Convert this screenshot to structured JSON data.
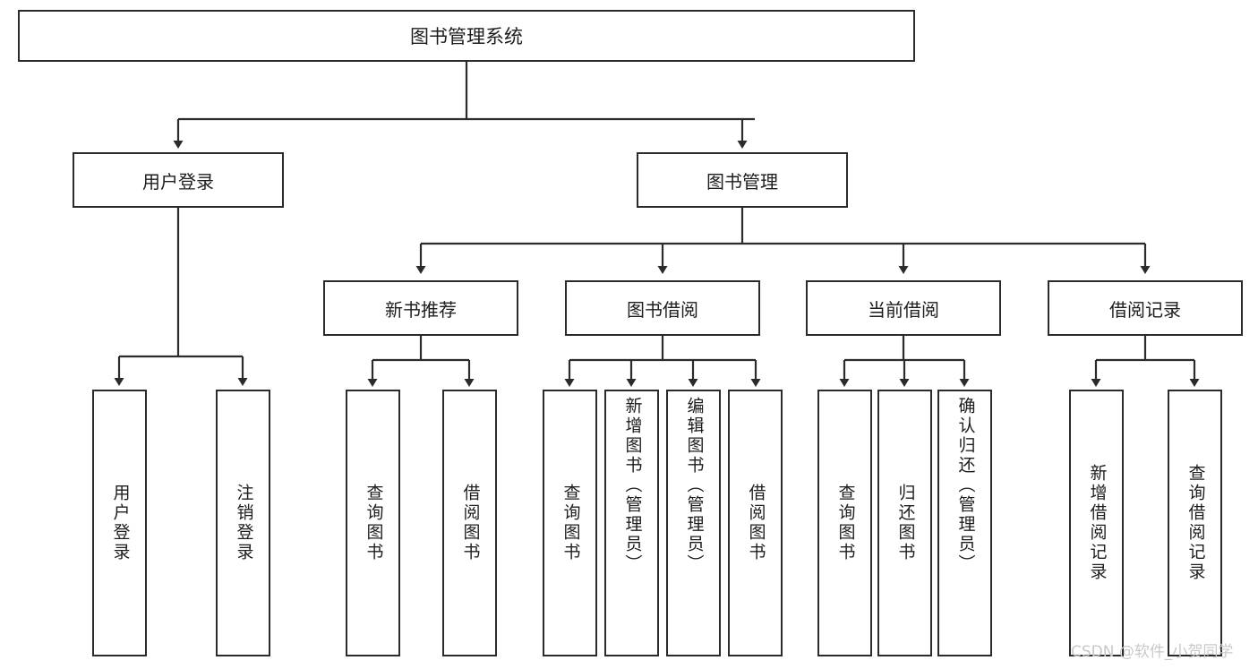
{
  "diagram": {
    "title": "图书管理系统",
    "type": "tree",
    "root": {
      "id": "root",
      "label": "图书管理系统"
    },
    "level2": [
      {
        "id": "user-login",
        "label": "用户登录"
      },
      {
        "id": "book-manage",
        "label": "图书管理"
      }
    ],
    "level3": [
      {
        "id": "new-book-recommend",
        "label": "新书推荐",
        "parent": "book-manage"
      },
      {
        "id": "book-borrow",
        "label": "图书借阅",
        "parent": "book-manage"
      },
      {
        "id": "current-borrow",
        "label": "当前借阅",
        "parent": "book-manage"
      },
      {
        "id": "borrow-record",
        "label": "借阅记录",
        "parent": "book-manage"
      }
    ],
    "leaves": [
      {
        "id": "leaf-user-login",
        "label": "用户登录",
        "parent": "user-login"
      },
      {
        "id": "leaf-logout-login",
        "label": "注销登录",
        "parent": "user-login"
      },
      {
        "id": "leaf-query-book-1",
        "label": "查询图书",
        "parent": "new-book-recommend"
      },
      {
        "id": "leaf-borrow-book-1",
        "label": "借阅图书",
        "parent": "new-book-recommend"
      },
      {
        "id": "leaf-query-book-2",
        "label": "查询图书",
        "parent": "book-borrow"
      },
      {
        "id": "leaf-add-book",
        "label": "新增图书（管理员）",
        "parent": "book-borrow"
      },
      {
        "id": "leaf-edit-book",
        "label": "编辑图书（管理员）",
        "parent": "book-borrow"
      },
      {
        "id": "leaf-borrow-book-2",
        "label": "借阅图书",
        "parent": "book-borrow"
      },
      {
        "id": "leaf-query-book-3",
        "label": "查询图书",
        "parent": "current-borrow"
      },
      {
        "id": "leaf-return-book",
        "label": "归还图书",
        "parent": "current-borrow"
      },
      {
        "id": "leaf-confirm-return",
        "label": "确认归还（管理员）",
        "parent": "current-borrow"
      },
      {
        "id": "leaf-add-record",
        "label": "新增借阅记录",
        "parent": "borrow-record"
      },
      {
        "id": "leaf-query-record",
        "label": "查询借阅记录",
        "parent": "borrow-record"
      }
    ]
  },
  "watermark": {
    "text": "CSDN @软件_小贺同学"
  },
  "colors": {
    "border": "#2b2b2b",
    "text": "#1d1d1d",
    "background": "#ffffff",
    "watermark": "#c9c9c9"
  }
}
